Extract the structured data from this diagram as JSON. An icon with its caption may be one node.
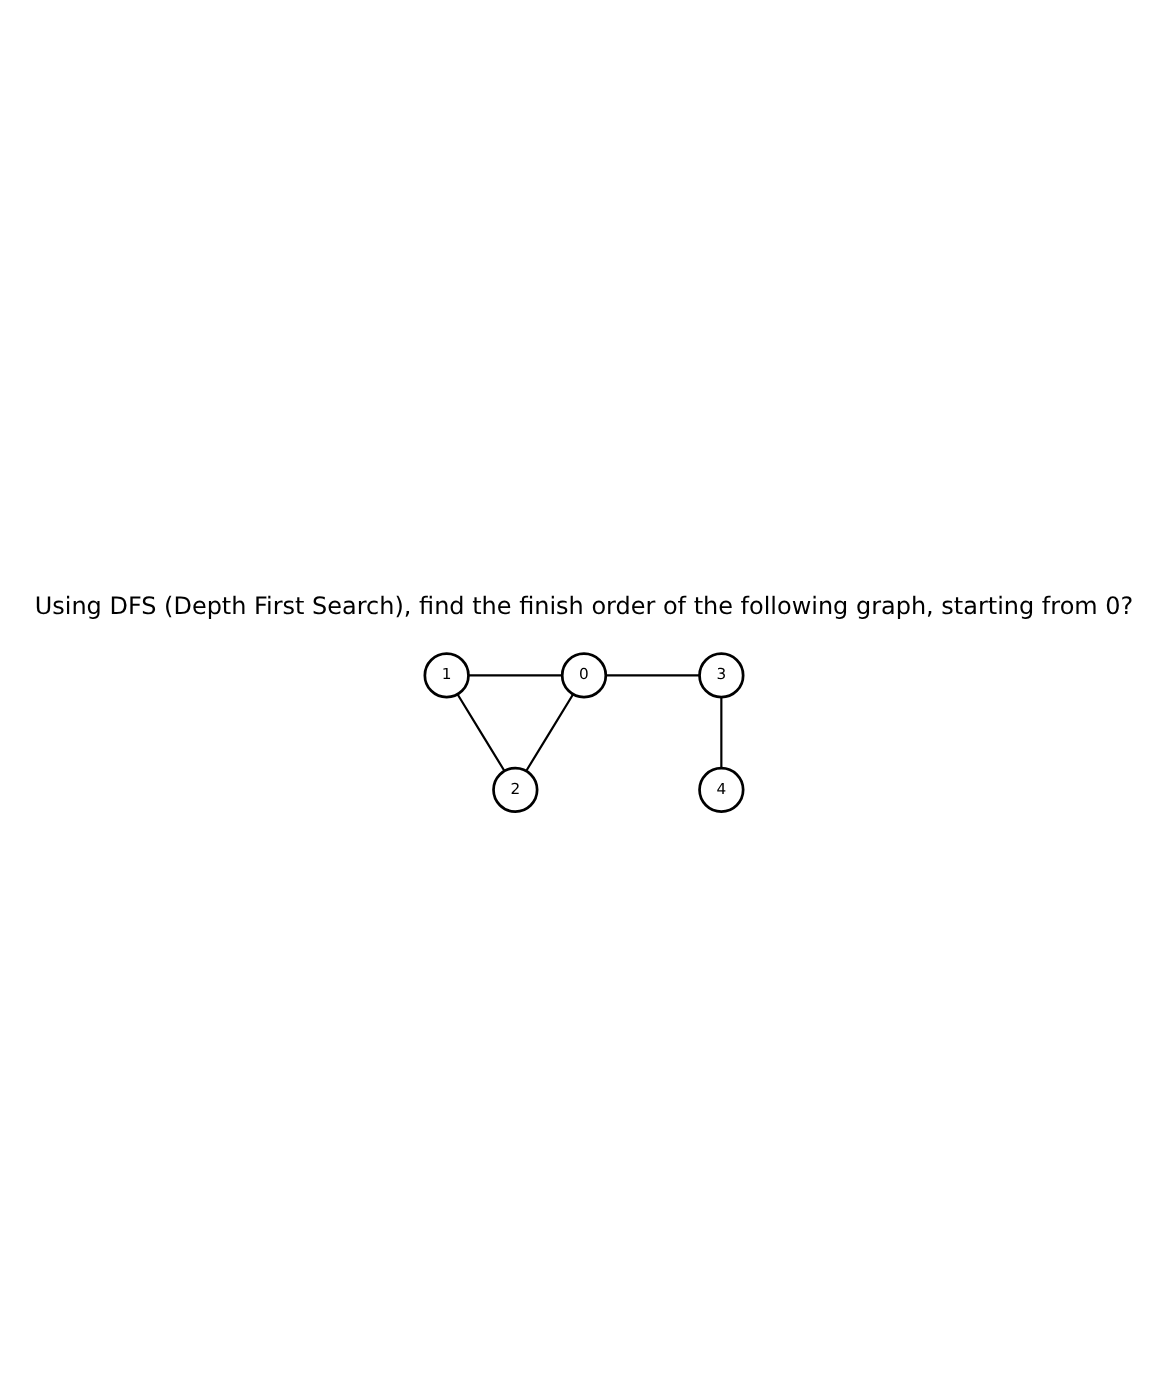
{
  "diagram": {
    "title": "Using DFS (Depth First Search), find the finish order of the following graph, starting from 0?",
    "nodes": [
      {
        "text": [
          "1"
        ]
      },
      {
        "text": [
          "0"
        ]
      },
      {
        "text": [
          "3"
        ]
      },
      {
        "text": [
          "2"
        ]
      },
      {
        "text": [
          "4"
        ]
      }
    ],
    "edges": [
      {
        "from": 0,
        "to": 1,
        "arrow": "none"
      },
      {
        "from": 1,
        "to": 2,
        "arrow": "none"
      },
      {
        "from": 0,
        "to": 3,
        "arrow": "none"
      },
      {
        "from": 3,
        "to": 1,
        "arrow": "none"
      },
      {
        "from": 2,
        "to": 4,
        "arrow": "none"
      }
    ]
  }
}
